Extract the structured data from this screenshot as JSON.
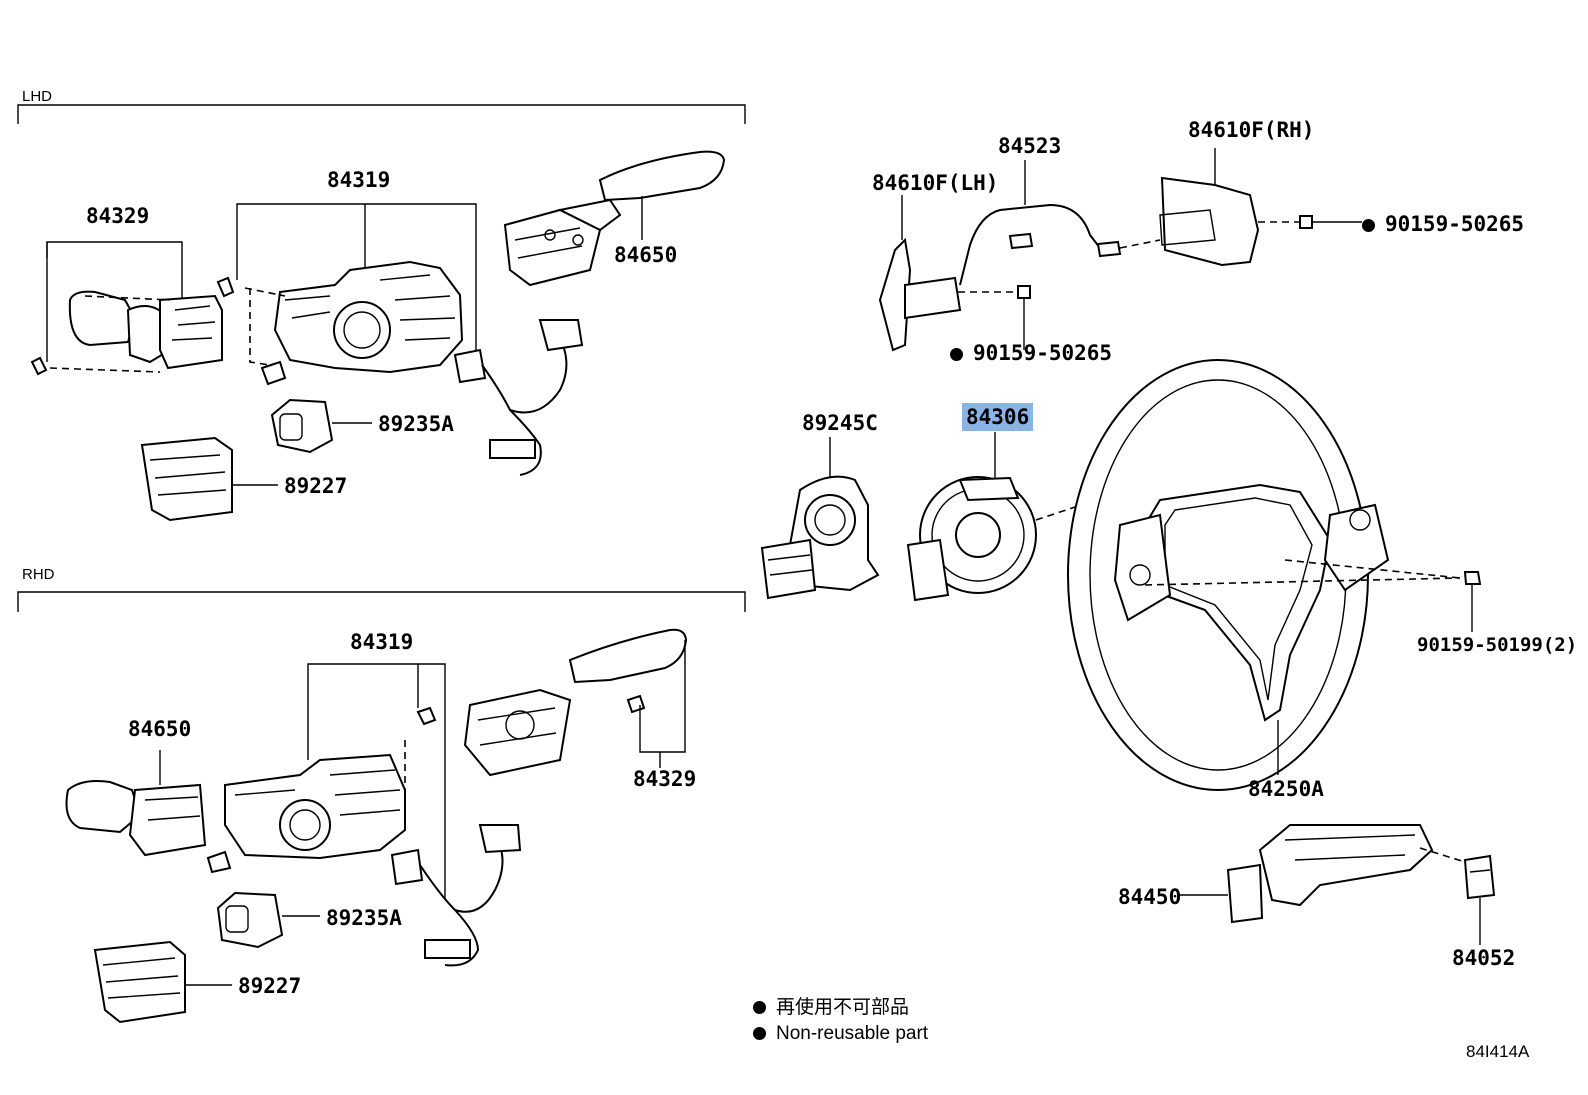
{
  "sections": {
    "lhd": "LHD",
    "rhd": "RHD"
  },
  "labels": {
    "lhd_84329": "84329",
    "lhd_84319": "84319",
    "lhd_84650": "84650",
    "lhd_89235a": "89235A",
    "lhd_89227": "89227",
    "lh_84610f": "84610F(LH)",
    "p_84523": "84523",
    "rh_84610f": "84610F(RH)",
    "bolt_90159_50265_a": "90159-50265",
    "bolt_90159_50265_b": "90159-50265",
    "p_89245c": "89245C",
    "p_84306": "84306",
    "bolt_90159_50199": "90159-50199(2)",
    "p_84250a": "84250A",
    "rhd_84319": "84319",
    "rhd_84650": "84650",
    "rhd_84329": "84329",
    "rhd_89235a": "89235A",
    "rhd_89227": "89227",
    "p_84450": "84450",
    "p_84052": "84052"
  },
  "legend": {
    "jp": "再使用不可部品",
    "en": "Non-reusable part"
  },
  "diagram_code": "84I414A"
}
